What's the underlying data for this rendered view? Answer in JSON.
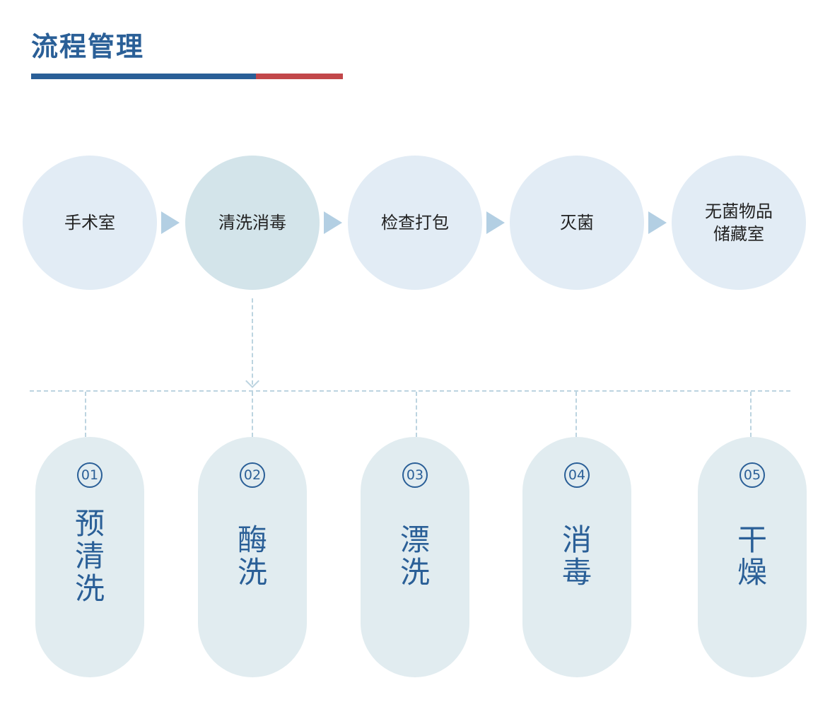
{
  "title": "流程管理",
  "flow": [
    {
      "label": "手术室",
      "active": false
    },
    {
      "label": "清洗消毒",
      "active": true
    },
    {
      "label": "检查打包",
      "active": false
    },
    {
      "label": "灭菌",
      "active": false
    },
    {
      "label": "无菌物品\n储藏室",
      "active": false
    }
  ],
  "steps": [
    {
      "num": "01",
      "chars": [
        "预",
        "清",
        "洗"
      ]
    },
    {
      "num": "02",
      "chars": [
        "酶",
        "洗"
      ]
    },
    {
      "num": "03",
      "chars": [
        "漂",
        "洗"
      ]
    },
    {
      "num": "04",
      "chars": [
        "消",
        "毒"
      ]
    },
    {
      "num": "05",
      "chars": [
        "干",
        "燥"
      ]
    }
  ],
  "colors": {
    "primary": "#2a5f97",
    "accent": "#c2474a",
    "circle": "#e2ecf5",
    "pill": "#e1ecf0"
  }
}
